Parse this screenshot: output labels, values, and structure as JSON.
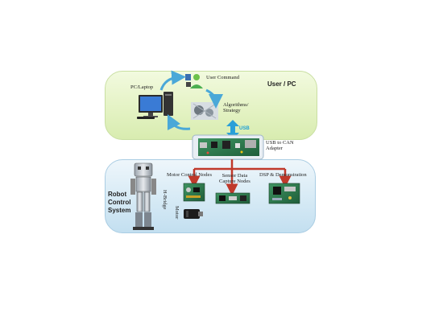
{
  "user_pc": {
    "title": "User / PC",
    "pc_laptop_label": "PC/Laptop",
    "user_command_label": "User Command",
    "algorithms_label_line1": "Algorithms/",
    "algorithms_label_line2": "Strategy",
    "usb_label": "USB"
  },
  "adapter": {
    "label_line1": "USB to CAN",
    "label_line2": "Adapter"
  },
  "robot": {
    "title_line1": "Robot",
    "title_line2": "Control",
    "title_line3": "System",
    "motor_control_nodes_label": "Motor Control Nodes",
    "sensor_label_line1": "Sensor Data",
    "sensor_label_line2": "Capture Nodes",
    "dsp_label": "DSP & Demonstration",
    "h_bridge_label": "H-Bridge",
    "motor_label": "Motor"
  },
  "colors": {
    "pc_panel": "#e3f2c2",
    "robot_panel": "#d6eaf5",
    "cycle_arrows": "#4aa8d8",
    "can_bus": "#c0392b",
    "usb_arrow": "#2a9fd8",
    "pcb_green": "#2e7d4f"
  }
}
